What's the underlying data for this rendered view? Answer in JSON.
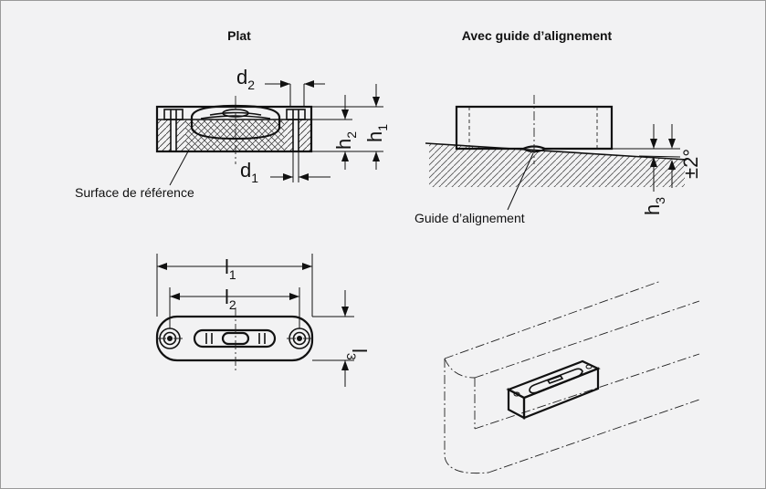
{
  "titles": {
    "left": "Plat",
    "right": "Avec guide d’alignement"
  },
  "labels": {
    "reference_surface": "Surface de référence",
    "alignment_guide": "Guide d’alignement",
    "angle": "±2°"
  },
  "dimensions": {
    "d2": {
      "base": "d",
      "sub": "2"
    },
    "d1": {
      "base": "d",
      "sub": "1"
    },
    "h1": {
      "base": "h",
      "sub": "1"
    },
    "h2": {
      "base": "h",
      "sub": "2"
    },
    "h3": {
      "base": "h",
      "sub": "3"
    },
    "l1": {
      "base": "l",
      "sub": "1"
    },
    "l2": {
      "base": "l",
      "sub": "2"
    },
    "l3": {
      "base": "l",
      "sub": "3"
    }
  },
  "colors": {
    "background": "#f2f2f3",
    "border": "#9a9a9a",
    "line": "#111111",
    "bubble_fill": "#e9e9ea",
    "body_fill": "#d9d9da"
  }
}
